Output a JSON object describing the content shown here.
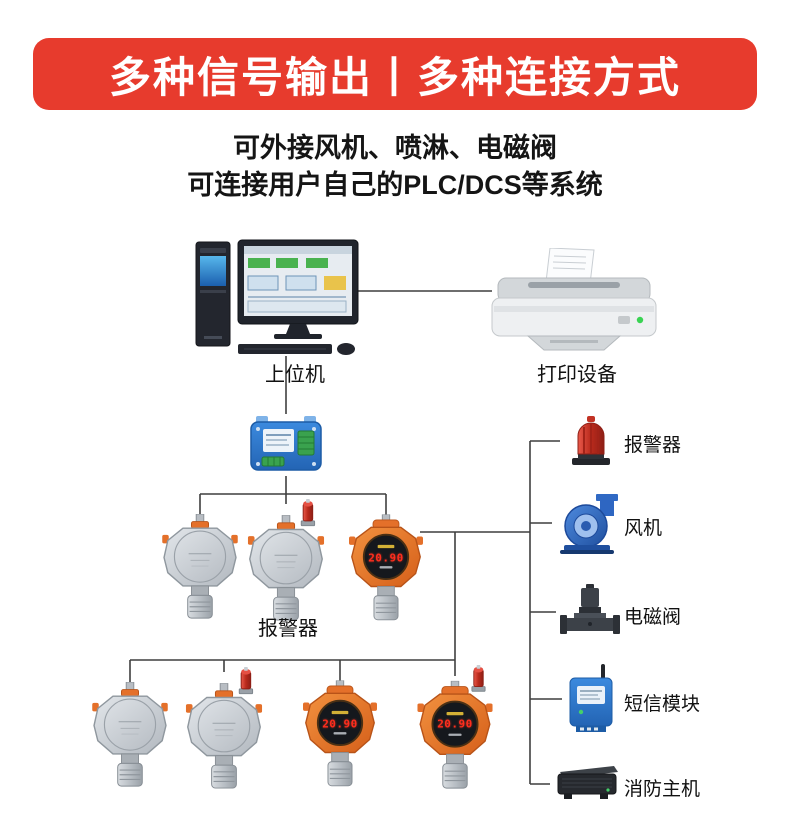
{
  "banner": {
    "title": "多种信号输出丨多种连接方式",
    "bg_color": "#e73b2d",
    "text_color": "#ffffff"
  },
  "intro": {
    "line1": "可外接风机、喷淋、电磁阀",
    "line2": "可连接用户自己的PLC/DCS等系统"
  },
  "diagram": {
    "host_computer_label": "上位机",
    "printer_label": "打印设备",
    "detector_group_label": "报警器",
    "detector_display_value": "20.90",
    "right_panel": [
      {
        "label": "报警器",
        "icon": "alarm-beacon-icon"
      },
      {
        "label": "风机",
        "icon": "blower-fan-icon"
      },
      {
        "label": "电磁阀",
        "icon": "solenoid-valve-icon"
      },
      {
        "label": "短信模块",
        "icon": "sms-module-icon"
      },
      {
        "label": "消防主机",
        "icon": "fire-control-host-icon"
      }
    ],
    "colors": {
      "line": "#3f3f3f",
      "detector_orange": "#e4702a",
      "module_blue": "#2f7fd6",
      "alarm_red": "#c9342a"
    }
  }
}
